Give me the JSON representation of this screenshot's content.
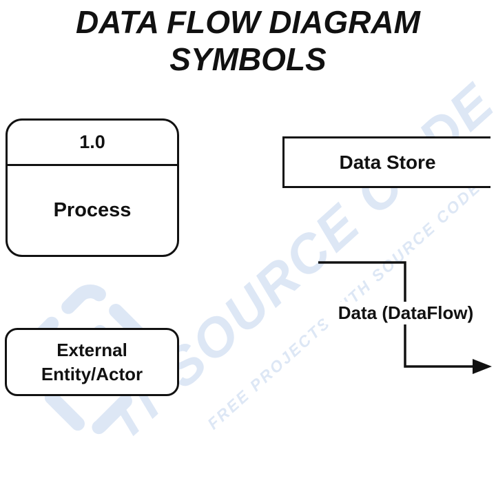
{
  "page": {
    "background_color": "#ffffff",
    "stroke_color": "#111111"
  },
  "title": {
    "line1": "DATA FLOW DIAGRAM",
    "line2": "SYMBOLS"
  },
  "symbols": {
    "process": {
      "number": "1.0",
      "label": "Process"
    },
    "data_store": {
      "label": "Data Store"
    },
    "external_entity": {
      "label": "External Entity/Actor"
    },
    "data_flow": {
      "label": "Data (DataFlow)"
    }
  },
  "watermark": {
    "big_text": "IT SOURCE CODE",
    "small_text": "FREE PROJECTS WITH SOURCE CODE",
    "color": "#dde7f5",
    "logo": "itsourcecode-logo-icon"
  }
}
